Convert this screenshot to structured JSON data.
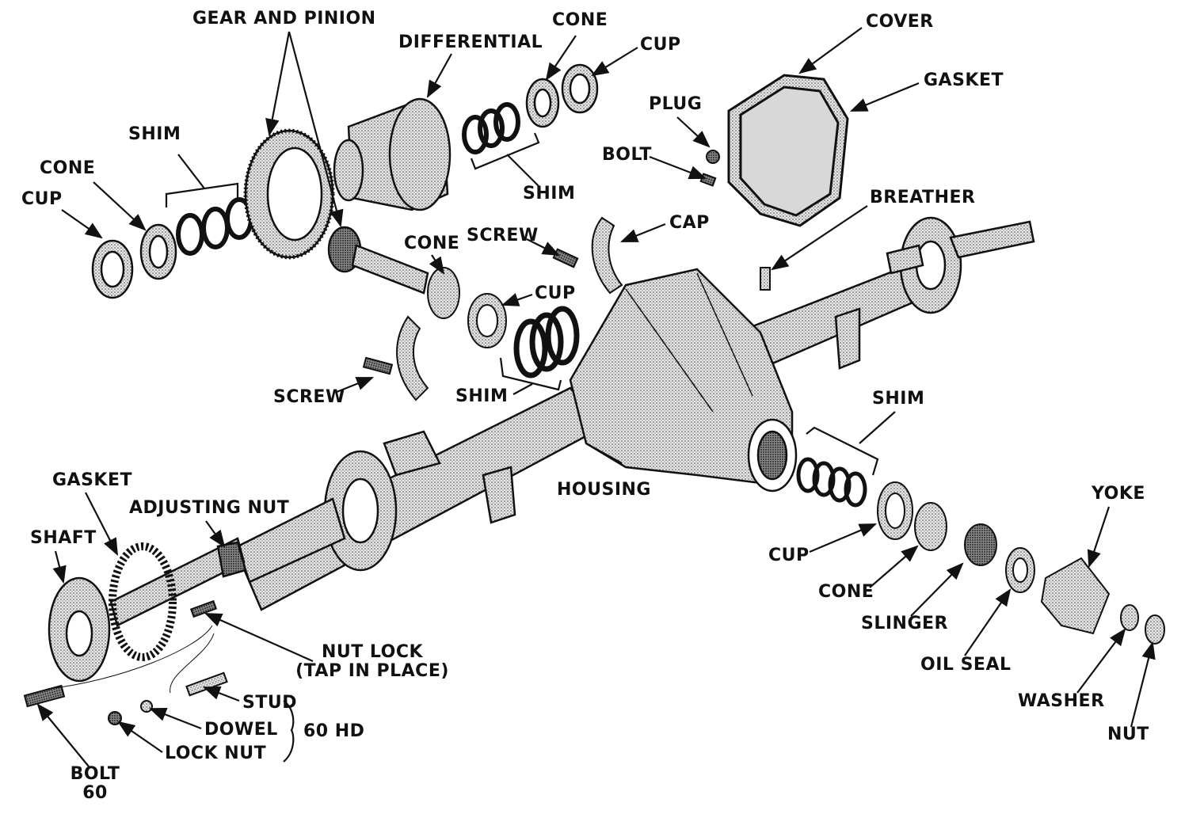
{
  "labels": {
    "gear_and_pinion": "GEAR AND PINION",
    "differential": "DIFFERENTIAL",
    "cone_top": "CONE",
    "cup_top": "CUP",
    "cover": "COVER",
    "gasket_top": "GASKET",
    "shim_left": "SHIM",
    "cone_left": "CONE",
    "cup_left": "CUP",
    "shim_diff": "SHIM",
    "plug": "PLUG",
    "bolt_top": "BOLT",
    "breather": "BREATHER",
    "screw_top": "SCREW",
    "cap": "CAP",
    "cone_mid": "CONE",
    "cup_mid": "CUP",
    "screw_bottom": "SCREW",
    "shim_mid": "SHIM",
    "shim_right": "SHIM",
    "housing": "HOUSING",
    "gasket_left": "GASKET",
    "adjusting_nut": "ADJUSTING NUT",
    "shaft": "SHAFT",
    "yoke": "YOKE",
    "cup_right": "CUP",
    "cone_right": "CONE",
    "slinger": "SLINGER",
    "oil_seal": "OIL SEAL",
    "washer": "WASHER",
    "nut": "NUT",
    "nut_lock_line1": "NUT LOCK",
    "nut_lock_line2": "(TAP IN PLACE)",
    "stud": "STUD",
    "dowel": "DOWEL",
    "lock_nut": "LOCK NUT",
    "hd_60": "60 HD",
    "bolt_60_line1": "BOLT",
    "bolt_60_line2": "60"
  }
}
